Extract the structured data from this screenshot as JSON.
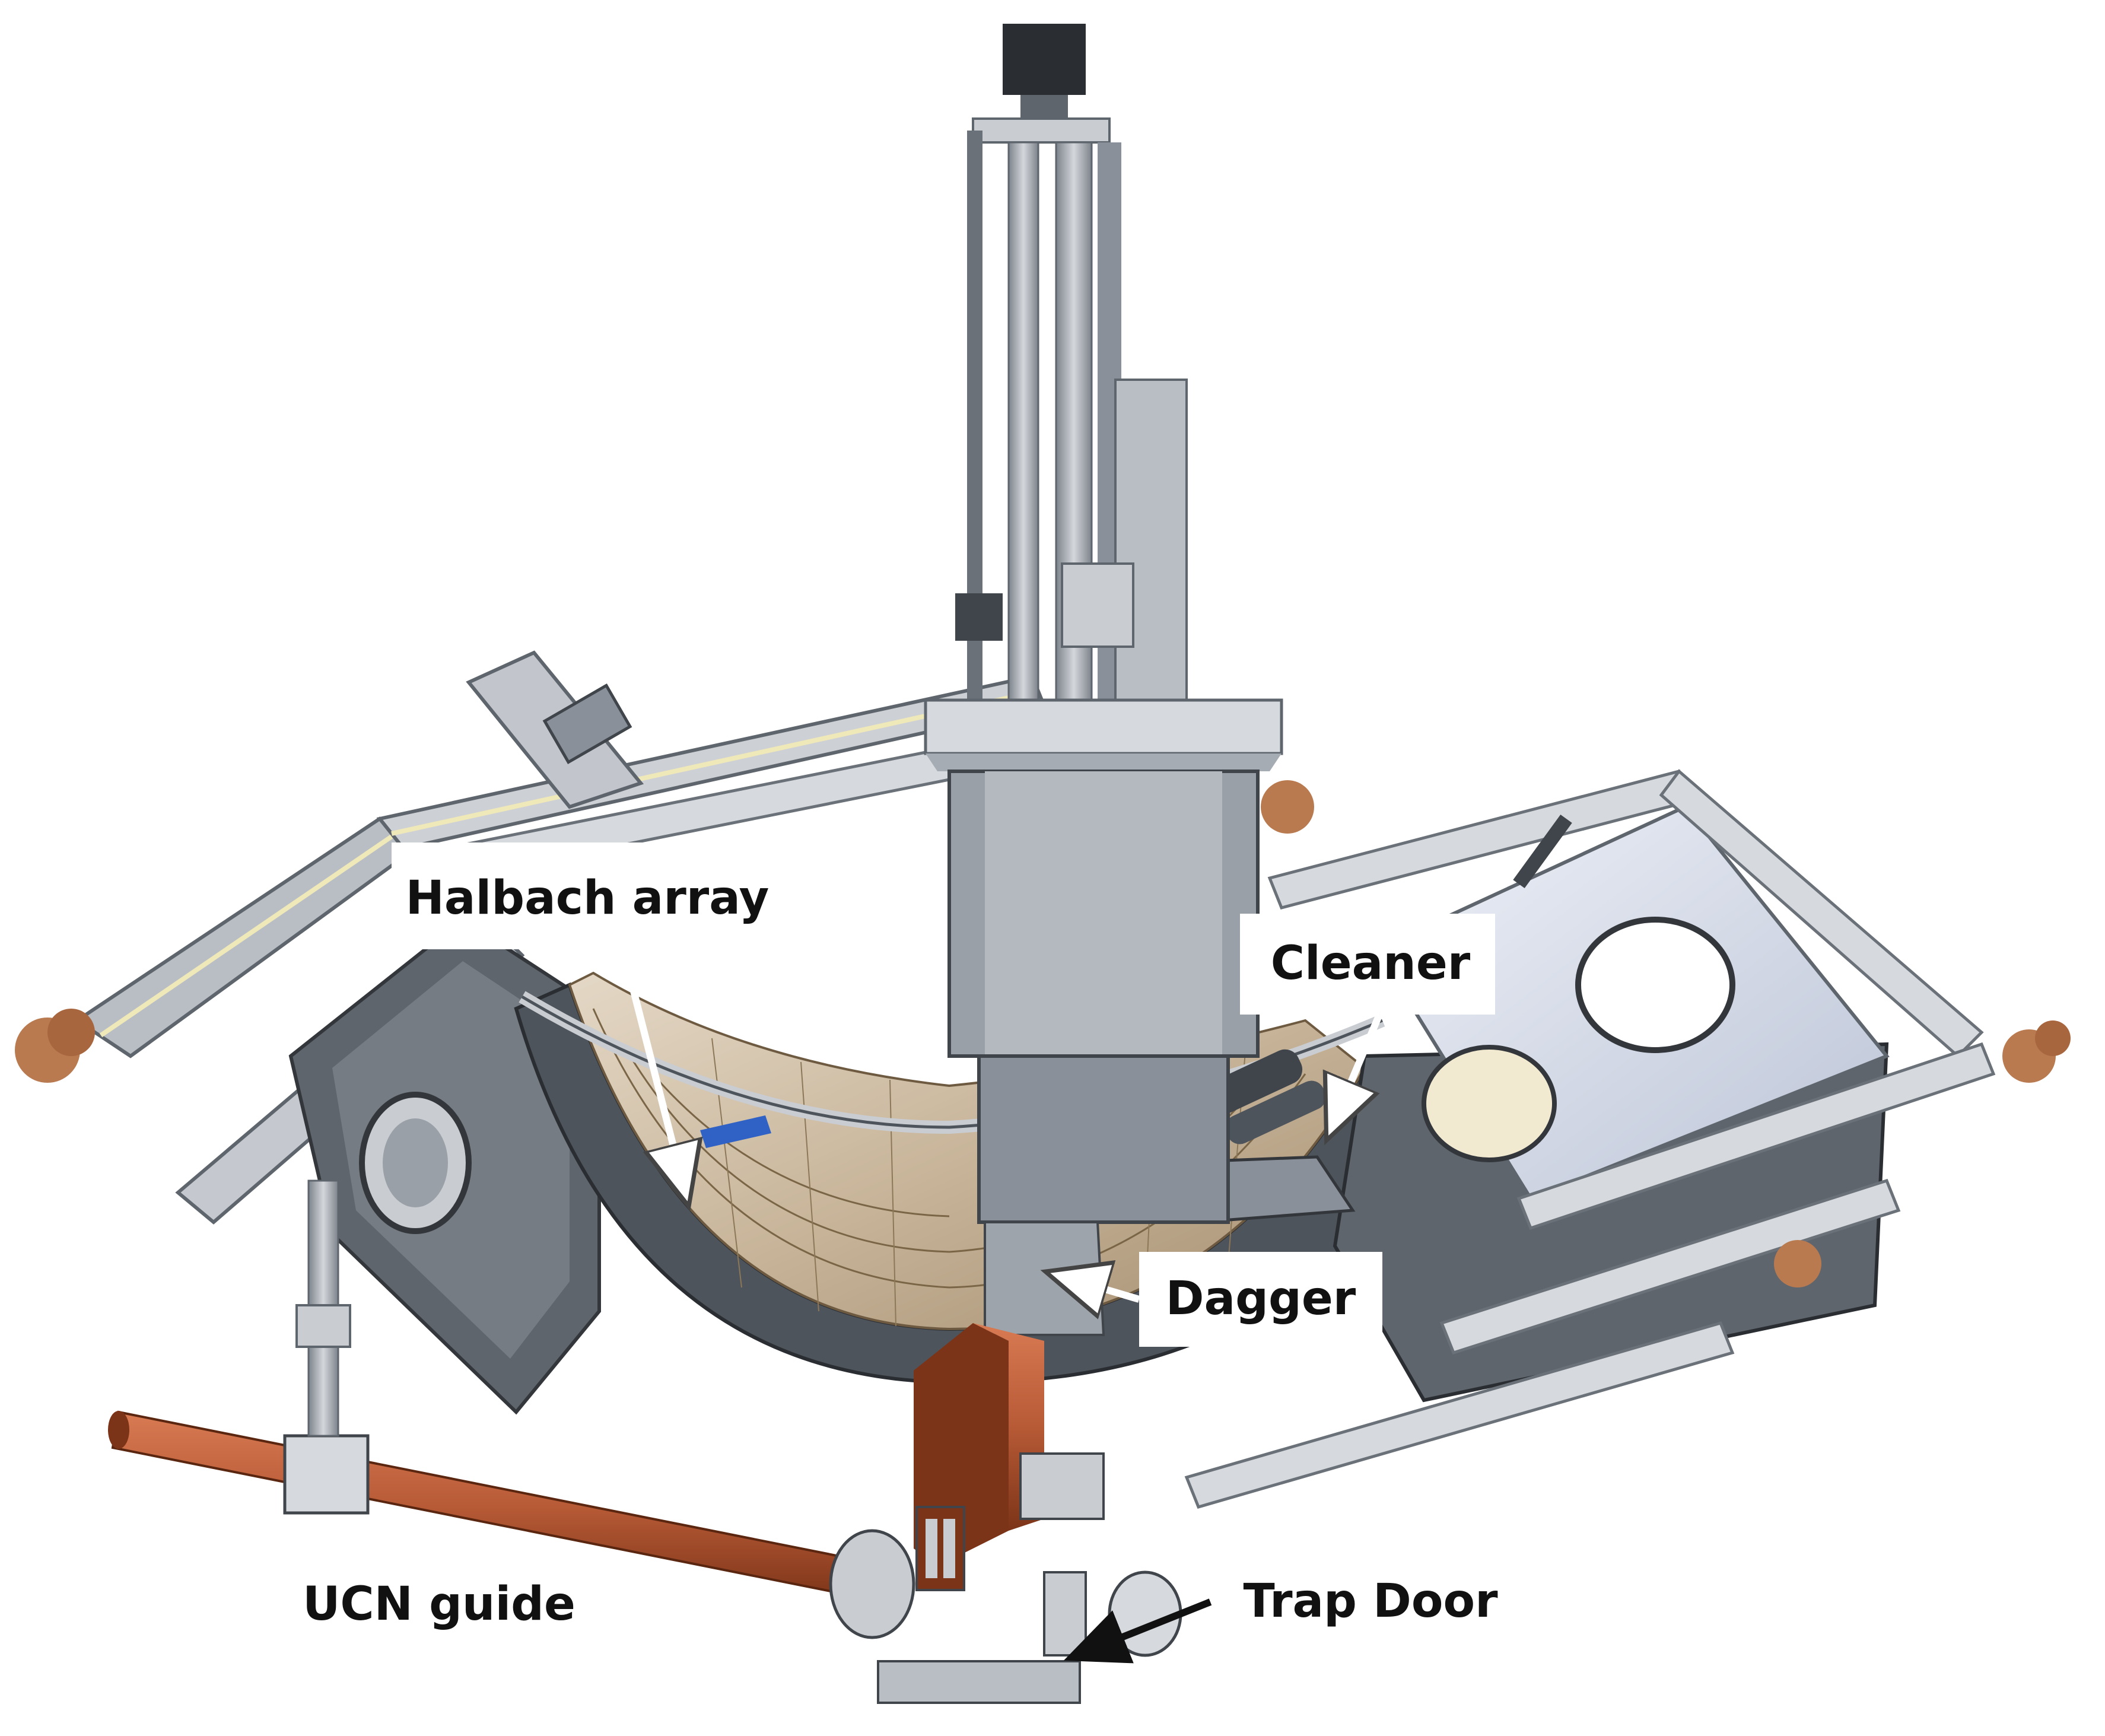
{
  "labels": {
    "halbach": "Halbach array",
    "cleaner": "Cleaner",
    "dagger": "Dagger",
    "ucn_guide": "UCN guide",
    "trap_door": "Trap Door"
  },
  "colors": {
    "background": "#ffffff",
    "label_box": "#ffffff",
    "label_text": "#111111",
    "metal_light": "#c9ccd1",
    "metal_mid": "#9aa0a8",
    "metal_dark": "#5f656d",
    "panel_blue": "#dde3f0",
    "halbach_tan": "#c8b59a",
    "copper": "#b75a36",
    "accent_blue": "#2f62c4",
    "arrow_white": "#ffffff",
    "arrow_black": "#111111"
  }
}
